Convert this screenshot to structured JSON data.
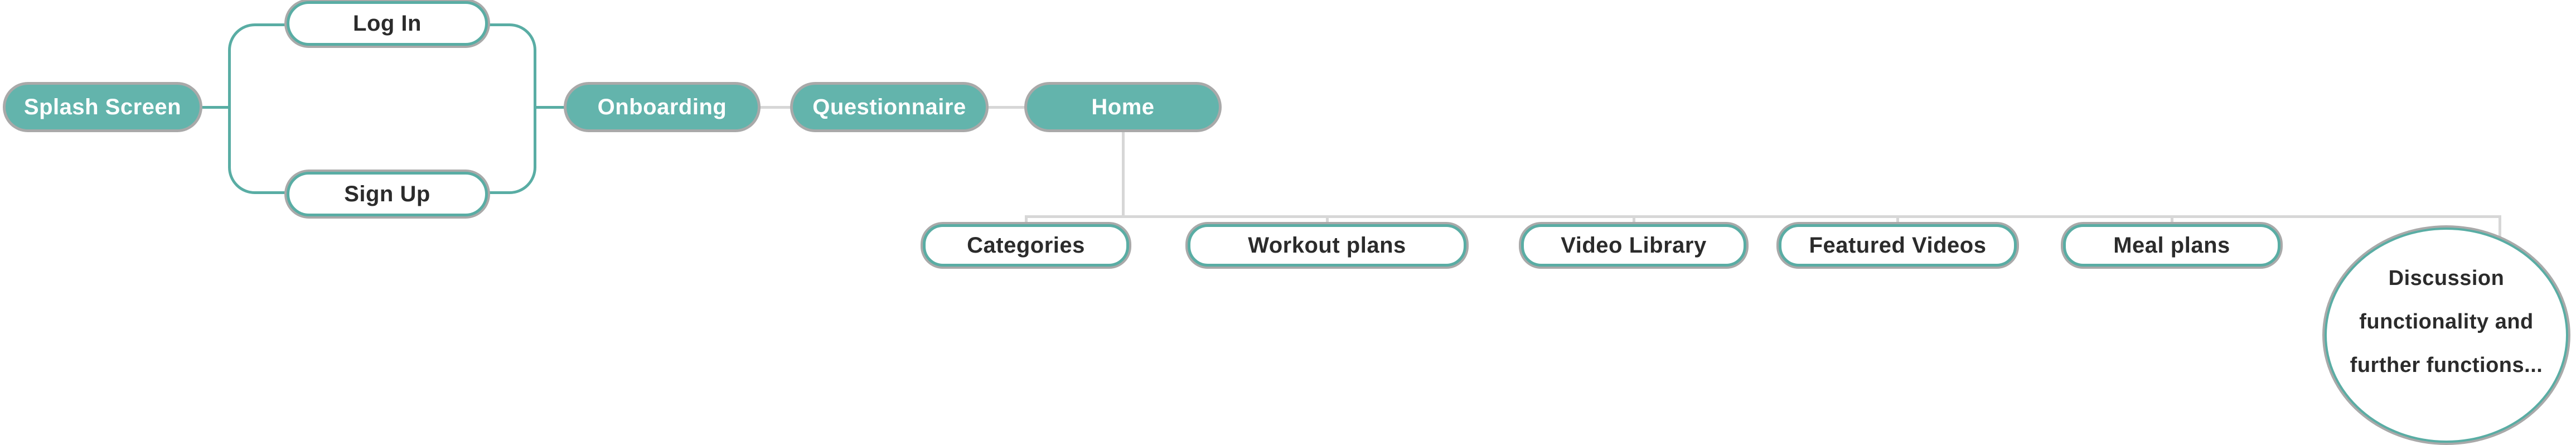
{
  "colors": {
    "teal_fill": "#63b4ac",
    "teal_stroke": "#59ada4",
    "dark_text": "#2b2b2b",
    "white_text": "#ffffff",
    "connector_gray": "#d7d7d7",
    "shadow_gray": "#a9a9a9"
  },
  "nodes": {
    "splash": {
      "label": "Splash Screen"
    },
    "login": {
      "label": "Log In"
    },
    "signup": {
      "label": "Sign Up"
    },
    "onboarding": {
      "label": "Onboarding"
    },
    "questionnaire": {
      "label": "Questionnaire"
    },
    "home": {
      "label": "Home"
    },
    "categories": {
      "label": "Categories"
    },
    "workout_plans": {
      "label": "Workout plans"
    },
    "video_library": {
      "label": "Video Library"
    },
    "featured_videos": {
      "label": "Featured Videos"
    },
    "meal_plans": {
      "label": "Meal plans"
    },
    "note": {
      "line1": "Discussion",
      "line2": "functionality and",
      "line3": "further functions..."
    }
  }
}
